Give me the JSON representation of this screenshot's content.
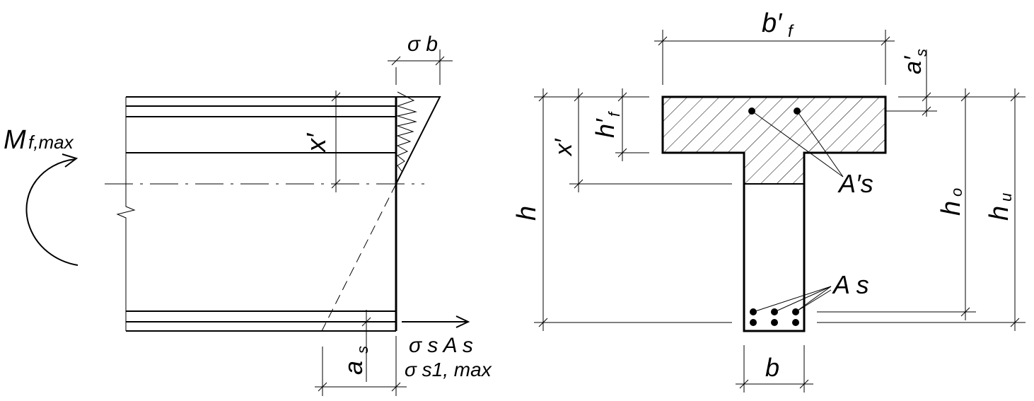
{
  "left_view": {
    "moment_label": "M",
    "moment_sub": "f,max",
    "compression_depth_label": "x′",
    "concrete_stress_label": "σ b",
    "steel_force_label": "σ s A s",
    "steel_stress_label": "σ s1, max",
    "cover_label": "a",
    "cover_sub": "s"
  },
  "right_view": {
    "flange_width_label": "b′",
    "flange_width_sub": "f",
    "top_cover_label": "a′",
    "top_cover_sub": "s",
    "flange_height_label": "h′",
    "flange_height_sub": "f",
    "compression_depth_label": "x′",
    "total_height_label": "h",
    "effective_depth_label": "h",
    "effective_depth_sub": "o",
    "reinforcement_depth_label": "h",
    "reinforcement_depth_sub": "u",
    "compression_steel_label": "A′s",
    "tension_steel_label": "A s",
    "web_width_label": "b"
  }
}
